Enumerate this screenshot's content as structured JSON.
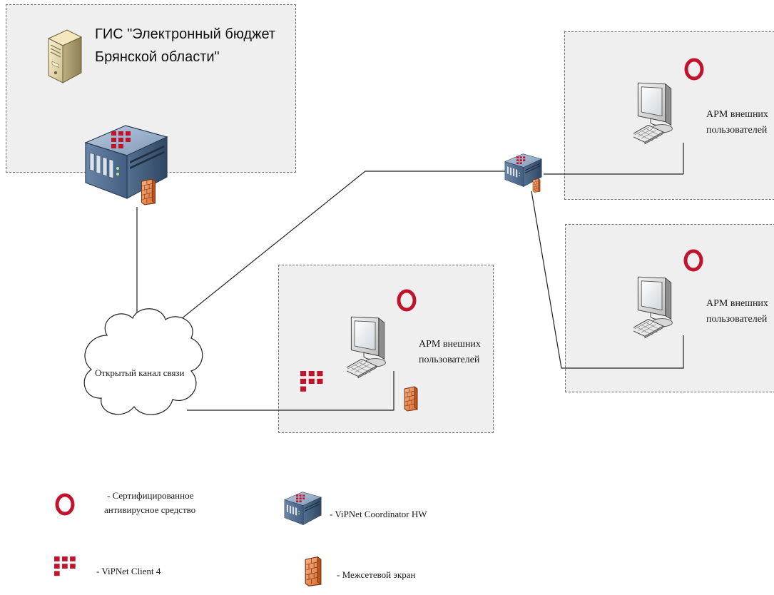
{
  "zones": {
    "gis": {
      "title_line1": "ГИС \"Электронный бюджет",
      "title_line2": "Брянской области\""
    },
    "arm_top_right": {
      "label_line1": "АРМ внешних",
      "label_line2": "пользователей"
    },
    "arm_mid_right": {
      "label_line1": "АРМ внешних",
      "label_line2": "пользователей"
    },
    "arm_center": {
      "label_line1": "АРМ внешних",
      "label_line2": "пользователей"
    }
  },
  "cloud": {
    "label": "Открытый канал связи"
  },
  "legend": {
    "antivirus": {
      "line1": "- Сертифицированное",
      "line2": "антивирусное средство"
    },
    "client": {
      "label": "- ViPNet Client 4"
    },
    "coordinator": {
      "label": "- ViPNet Coordinator HW"
    },
    "firewall": {
      "label": "- Межсетевой экран"
    }
  },
  "colors": {
    "zone_fill": "#efefef",
    "zone_border": "#6e6e6e",
    "antivirus_ring": "#c0142c",
    "vipnet_squares": "#c0142c",
    "firewall_orange": "#e88a4e",
    "line": "#1f1f1f"
  },
  "icons": {
    "antivirus": "ring-icon",
    "client": "red-squares-icon",
    "coordinator": "coordinator-appliance-icon",
    "firewall": "brick-wall-icon",
    "workstation": "computer-icon",
    "server": "tower-server-icon"
  }
}
